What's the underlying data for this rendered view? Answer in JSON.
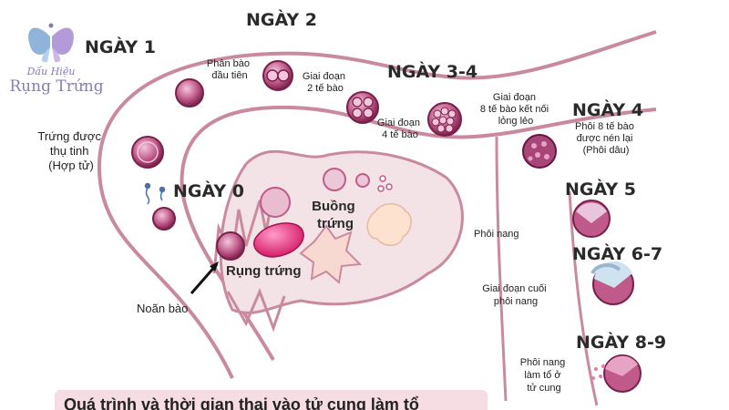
{
  "logo": {
    "subtitle": "Dấu Hiệu",
    "title": "Rụng Trứng",
    "color": "#8b7ab8"
  },
  "days": {
    "day1": "NGÀY 1",
    "day2": "NGÀY 2",
    "day34": "NGÀY 3-4",
    "day4": "NGÀY 4",
    "day0": "NGÀY 0",
    "day5": "NGÀY 5",
    "day67": "NGÀY 6-7",
    "day89": "NGÀY 8-9"
  },
  "labels": {
    "first_division": [
      "Phân bào",
      "đầu tiên"
    ],
    "two_cell": [
      "Giai đoạn",
      "2 tế bào"
    ],
    "four_cell": [
      "Giai đoạn",
      "4 tế bào"
    ],
    "eight_cell": [
      "Giai đoạn",
      "8 tế bào kết nối",
      "lỏng lẻo"
    ],
    "morula": [
      "Phôi 8 tế bào",
      "được nén lại",
      "(Phôi dâu)"
    ],
    "fertilized": [
      "Trứng được",
      "thụ tinh",
      "(Hợp tử)"
    ],
    "ovary": [
      "Buồng",
      "trứng"
    ],
    "ovulation": "Rụng trứng",
    "oocyte": "Noãn bào",
    "blastocyst": "Phôi nang",
    "late_blastocyst": [
      "Giai đoạn cuối",
      "phôi nang"
    ],
    "implant": [
      "Phôi nang",
      "làm tổ ở",
      "tử cung"
    ]
  },
  "caption": "Quá trình và thời gian thai vào tử cung làm tổ",
  "colors": {
    "tube": "#c98aa0",
    "cell": "#c05a8a",
    "cell_dark": "#7a1f4a",
    "ovary_fill": "#f3e3e6",
    "caption_bg": "#f6dce3"
  }
}
